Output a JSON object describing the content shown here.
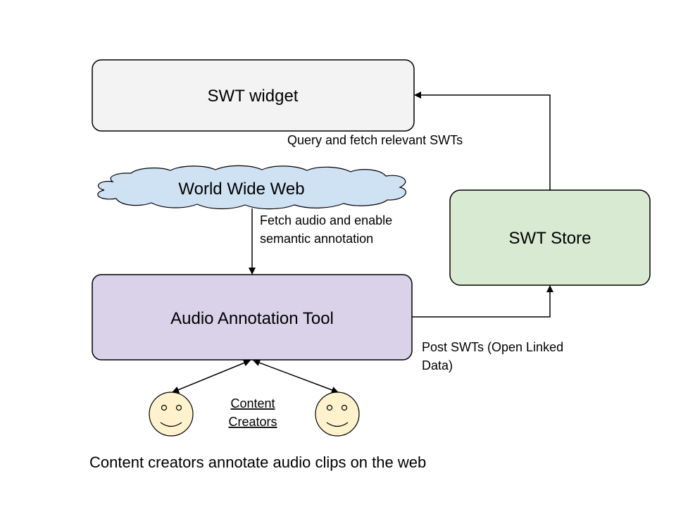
{
  "nodes": {
    "swt_widget": "SWT widget",
    "world_wide_web": "World Wide Web",
    "audio_annotation_tool": "Audio Annotation Tool",
    "swt_store": "SWT Store"
  },
  "edge_labels": {
    "query_fetch": "Query and fetch relevant SWTs",
    "fetch_audio_line1": "Fetch audio and enable",
    "fetch_audio_line2": "semantic annotation",
    "post_swts_line1": "Post SWTs (Open Linked",
    "post_swts_line2": "Data)"
  },
  "content_creators": {
    "label_line1": "Content",
    "label_line2": "Creators"
  },
  "caption": "Content creators annotate audio clips on the web",
  "colors": {
    "swt_widget_fill": "#f3f3f3",
    "web_cloud_fill": "#cfe2f3",
    "annotation_tool_fill": "#d9d2e9",
    "swt_store_fill": "#d9ead3",
    "smiley_fill": "#fff2cc",
    "stroke": "#000000"
  },
  "icons": {
    "creator_left": "smiley-face-icon",
    "creator_right": "smiley-face-icon",
    "web": "cloud-shape"
  }
}
